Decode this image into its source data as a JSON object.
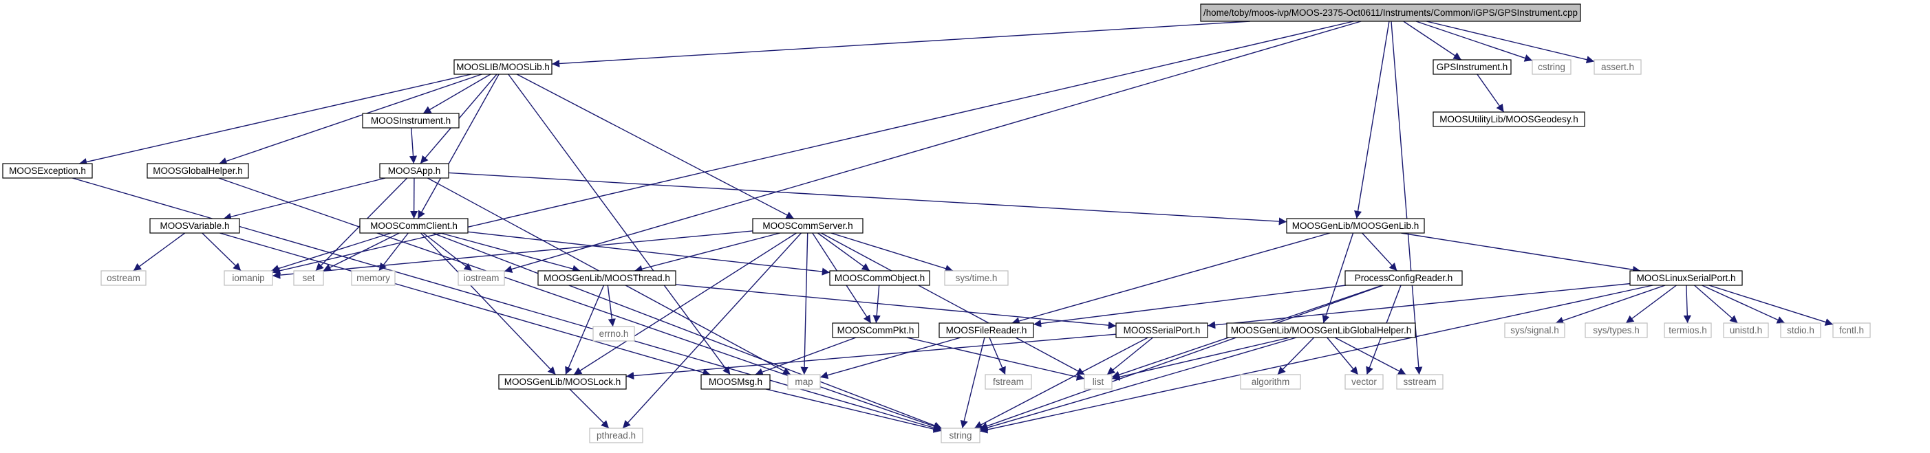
{
  "title": "/home/toby/moos-ivp/MOOS-2375-Oct0611/Instruments/Common/iGPS/GPSInstrument.cpp",
  "colors": {
    "edge": "#191970",
    "node_border": "#000000",
    "system_border": "#bfbfbf",
    "root_fill": "#bfbfbf",
    "node_fill": "#ffffff",
    "text": "#000000",
    "system_text": "#666666"
  },
  "nodes": [
    {
      "id": "root",
      "label": "/home/toby/moos-ivp/MOOS-2375-Oct0611/Instruments/Common/iGPS/GPSInstrument.cpp",
      "kind": "root"
    },
    {
      "id": "mooslib",
      "label": "MOOSLIB/MOOSLib.h",
      "kind": "local"
    },
    {
      "id": "gpsinst",
      "label": "GPSInstrument.h",
      "kind": "local"
    },
    {
      "id": "cstring",
      "label": "cstring",
      "kind": "system"
    },
    {
      "id": "assert",
      "label": "assert.h",
      "kind": "system"
    },
    {
      "id": "geodesy",
      "label": "MOOSUtilityLib/MOOSGeodesy.h",
      "kind": "local"
    },
    {
      "id": "moosinst",
      "label": "MOOSInstrument.h",
      "kind": "local"
    },
    {
      "id": "moosexc",
      "label": "MOOSException.h",
      "kind": "local"
    },
    {
      "id": "globalhelper",
      "label": "MOOSGlobalHelper.h",
      "kind": "local"
    },
    {
      "id": "moosapp",
      "label": "MOOSApp.h",
      "kind": "local"
    },
    {
      "id": "moosvar",
      "label": "MOOSVariable.h",
      "kind": "local"
    },
    {
      "id": "commclient",
      "label": "MOOSCommClient.h",
      "kind": "local"
    },
    {
      "id": "commserver",
      "label": "MOOSCommServer.h",
      "kind": "local"
    },
    {
      "id": "genlib",
      "label": "MOOSGenLib/MOOSGenLib.h",
      "kind": "local"
    },
    {
      "id": "ostream",
      "label": "ostream",
      "kind": "system"
    },
    {
      "id": "iomanip",
      "label": "iomanip",
      "kind": "system"
    },
    {
      "id": "set",
      "label": "set",
      "kind": "system"
    },
    {
      "id": "memory",
      "label": "memory",
      "kind": "system"
    },
    {
      "id": "iostream",
      "label": "iostream",
      "kind": "system"
    },
    {
      "id": "thread",
      "label": "MOOSGenLib/MOOSThread.h",
      "kind": "local"
    },
    {
      "id": "commobject",
      "label": "MOOSCommObject.h",
      "kind": "local"
    },
    {
      "id": "systime",
      "label": "sys/time.h",
      "kind": "system"
    },
    {
      "id": "processconfig",
      "label": "ProcessConfigReader.h",
      "kind": "local"
    },
    {
      "id": "linuxserial",
      "label": "MOOSLinuxSerialPort.h",
      "kind": "local"
    },
    {
      "id": "errno",
      "label": "errno.h",
      "kind": "system"
    },
    {
      "id": "commpkt",
      "label": "MOOSCommPkt.h",
      "kind": "local"
    },
    {
      "id": "filereader",
      "label": "MOOSFileReader.h",
      "kind": "local"
    },
    {
      "id": "serialport",
      "label": "MOOSSerialPort.h",
      "kind": "local"
    },
    {
      "id": "genlibglobal",
      "label": "MOOSGenLib/MOOSGenLibGlobalHelper.h",
      "kind": "local"
    },
    {
      "id": "syssignal",
      "label": "sys/signal.h",
      "kind": "system"
    },
    {
      "id": "systypes",
      "label": "sys/types.h",
      "kind": "system"
    },
    {
      "id": "termios",
      "label": "termios.h",
      "kind": "system"
    },
    {
      "id": "unistd",
      "label": "unistd.h",
      "kind": "system"
    },
    {
      "id": "stdio",
      "label": "stdio.h",
      "kind": "system"
    },
    {
      "id": "fcntl",
      "label": "fcntl.h",
      "kind": "system"
    },
    {
      "id": "mooslock",
      "label": "MOOSGenLib/MOOSLock.h",
      "kind": "local"
    },
    {
      "id": "moosmsg",
      "label": "MOOSMsg.h",
      "kind": "local"
    },
    {
      "id": "map",
      "label": "map",
      "kind": "system"
    },
    {
      "id": "fstream",
      "label": "fstream",
      "kind": "system"
    },
    {
      "id": "list",
      "label": "list",
      "kind": "system"
    },
    {
      "id": "algorithm",
      "label": "algorithm",
      "kind": "system"
    },
    {
      "id": "vector",
      "label": "vector",
      "kind": "system"
    },
    {
      "id": "sstream",
      "label": "sstream",
      "kind": "system"
    },
    {
      "id": "pthread",
      "label": "pthread.h",
      "kind": "system"
    },
    {
      "id": "string",
      "label": "string",
      "kind": "system"
    }
  ],
  "edges": [
    [
      "root",
      "mooslib"
    ],
    [
      "root",
      "gpsinst"
    ],
    [
      "root",
      "cstring"
    ],
    [
      "root",
      "assert"
    ],
    [
      "root",
      "iomanip"
    ],
    [
      "root",
      "iostream"
    ],
    [
      "root",
      "genlib"
    ],
    [
      "root",
      "sstream"
    ],
    [
      "gpsinst",
      "geodesy"
    ],
    [
      "mooslib",
      "moosinst"
    ],
    [
      "mooslib",
      "moosexc"
    ],
    [
      "mooslib",
      "globalhelper"
    ],
    [
      "mooslib",
      "moosapp"
    ],
    [
      "mooslib",
      "commclient"
    ],
    [
      "mooslib",
      "commserver"
    ],
    [
      "mooslib",
      "moosmsg"
    ],
    [
      "moosinst",
      "moosapp"
    ],
    [
      "moosexc",
      "string"
    ],
    [
      "globalhelper",
      "string"
    ],
    [
      "moosapp",
      "moosvar"
    ],
    [
      "moosapp",
      "commclient"
    ],
    [
      "moosapp",
      "set"
    ],
    [
      "moosapp",
      "map"
    ],
    [
      "moosapp",
      "genlib"
    ],
    [
      "moosvar",
      "ostream"
    ],
    [
      "moosvar",
      "iomanip"
    ],
    [
      "moosvar",
      "moosmsg"
    ],
    [
      "commclient",
      "iomanip"
    ],
    [
      "commclient",
      "set"
    ],
    [
      "commclient",
      "memory"
    ],
    [
      "commclient",
      "iostream"
    ],
    [
      "commclient",
      "thread"
    ],
    [
      "commclient",
      "commobject"
    ],
    [
      "commclient",
      "mooslock"
    ],
    [
      "commclient",
      "string"
    ],
    [
      "commserver",
      "iomanip"
    ],
    [
      "commserver",
      "thread"
    ],
    [
      "commserver",
      "commobject"
    ],
    [
      "commserver",
      "systime"
    ],
    [
      "commserver",
      "commpkt"
    ],
    [
      "commserver",
      "map"
    ],
    [
      "commserver",
      "list"
    ],
    [
      "commserver",
      "mooslock"
    ],
    [
      "commserver",
      "pthread"
    ],
    [
      "genlib",
      "processconfig"
    ],
    [
      "genlib",
      "linuxserial"
    ],
    [
      "genlib",
      "filereader"
    ],
    [
      "genlib",
      "genlibglobal"
    ],
    [
      "thread",
      "errno"
    ],
    [
      "thread",
      "mooslock"
    ],
    [
      "thread",
      "serialport"
    ],
    [
      "commobject",
      "commpkt"
    ],
    [
      "commpkt",
      "moosmsg"
    ],
    [
      "commpkt",
      "list"
    ],
    [
      "processconfig",
      "filereader"
    ],
    [
      "processconfig",
      "list"
    ],
    [
      "processconfig",
      "vector"
    ],
    [
      "processconfig",
      "string"
    ],
    [
      "linuxserial",
      "serialport"
    ],
    [
      "linuxserial",
      "syssignal"
    ],
    [
      "linuxserial",
      "systypes"
    ],
    [
      "linuxserial",
      "termios"
    ],
    [
      "linuxserial",
      "unistd"
    ],
    [
      "linuxserial",
      "stdio"
    ],
    [
      "linuxserial",
      "fcntl"
    ],
    [
      "linuxserial",
      "string"
    ],
    [
      "filereader",
      "map"
    ],
    [
      "filereader",
      "fstream"
    ],
    [
      "filereader",
      "string"
    ],
    [
      "serialport",
      "mooslock"
    ],
    [
      "serialport",
      "list"
    ],
    [
      "serialport",
      "string"
    ],
    [
      "genlibglobal",
      "list"
    ],
    [
      "genlibglobal",
      "algorithm"
    ],
    [
      "genlibglobal",
      "vector"
    ],
    [
      "genlibglobal",
      "sstream"
    ],
    [
      "genlibglobal",
      "string"
    ],
    [
      "mooslock",
      "pthread"
    ],
    [
      "moosmsg",
      "string"
    ]
  ]
}
